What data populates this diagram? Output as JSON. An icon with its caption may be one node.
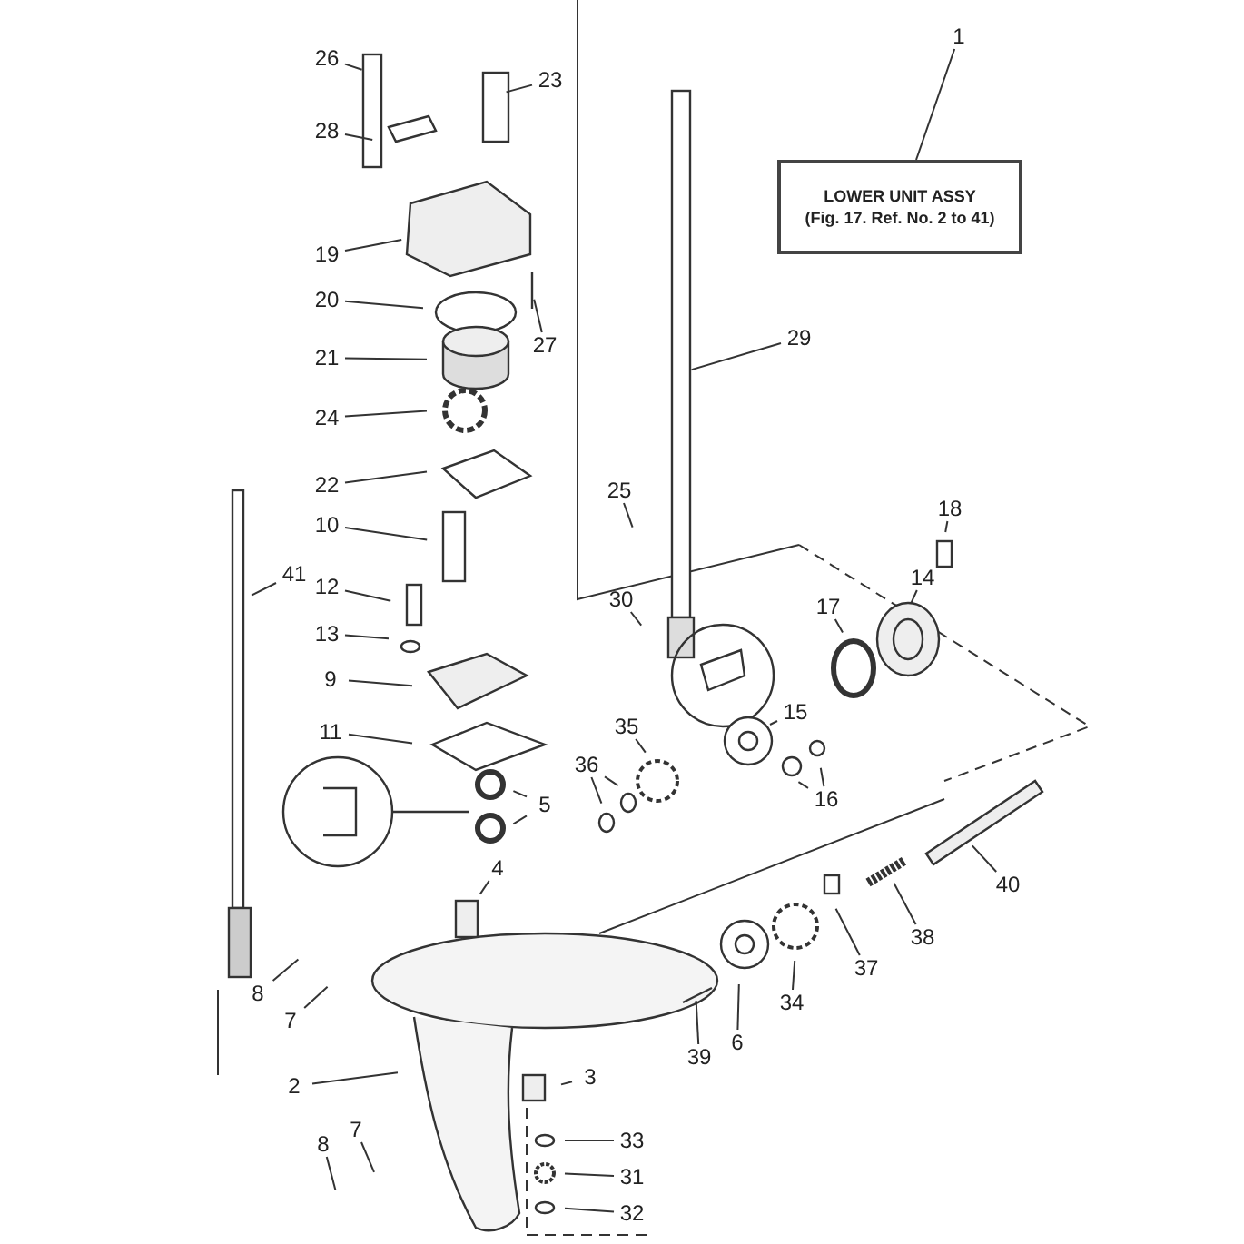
{
  "diagram": {
    "nodes": [
      {
        "text": [
          "1"
        ]
      },
      {
        "text": [
          "LOWER UNIT ASSY",
          "(Fig. 17. Ref. No. 2 to 41)"
        ]
      },
      {
        "text": [
          "26"
        ]
      },
      {
        "text": [
          "23"
        ]
      },
      {
        "text": [
          "28"
        ]
      },
      {
        "text": [
          "19"
        ]
      },
      {
        "text": [
          "20"
        ]
      },
      {
        "text": [
          "27"
        ]
      },
      {
        "text": [
          "29"
        ]
      },
      {
        "text": [
          "21"
        ]
      },
      {
        "text": [
          "24"
        ]
      },
      {
        "text": [
          "22"
        ]
      },
      {
        "text": [
          "25"
        ]
      },
      {
        "text": [
          "10"
        ]
      },
      {
        "text": [
          "41"
        ]
      },
      {
        "text": [
          "12"
        ]
      },
      {
        "text": [
          "18"
        ]
      },
      {
        "text": [
          "30"
        ]
      },
      {
        "text": [
          "13"
        ]
      },
      {
        "text": [
          "14"
        ]
      },
      {
        "text": [
          "17"
        ]
      },
      {
        "text": [
          "9"
        ]
      },
      {
        "text": [
          "15"
        ]
      },
      {
        "text": [
          "11"
        ]
      },
      {
        "text": [
          "35"
        ]
      },
      {
        "text": [
          "36"
        ]
      },
      {
        "text": [
          "5"
        ]
      },
      {
        "text": [
          "16"
        ]
      },
      {
        "text": [
          "4"
        ]
      },
      {
        "text": [
          "40"
        ]
      },
      {
        "text": [
          "38"
        ]
      },
      {
        "text": [
          "37"
        ]
      },
      {
        "text": [
          "8"
        ]
      },
      {
        "text": [
          "34"
        ]
      },
      {
        "text": [
          "7"
        ]
      },
      {
        "text": [
          "6"
        ]
      },
      {
        "text": [
          "39"
        ]
      },
      {
        "text": [
          "2"
        ]
      },
      {
        "text": [
          "3"
        ]
      },
      {
        "text": [
          "7"
        ]
      },
      {
        "text": [
          "8"
        ]
      },
      {
        "text": [
          "33"
        ]
      },
      {
        "text": [
          "31"
        ]
      },
      {
        "text": [
          "32"
        ]
      }
    ],
    "edges": [
      {
        "from": 0,
        "to": 1,
        "arrow": "none"
      },
      {
        "from": 2,
        "to": null,
        "arrow": "none"
      },
      {
        "from": 3,
        "to": null,
        "arrow": "none"
      },
      {
        "from": 4,
        "to": null,
        "arrow": "none"
      },
      {
        "from": 5,
        "to": null,
        "arrow": "none"
      },
      {
        "from": 6,
        "to": null,
        "arrow": "none"
      },
      {
        "from": 7,
        "to": null,
        "arrow": "none"
      },
      {
        "from": 8,
        "to": null,
        "arrow": "none"
      },
      {
        "from": 9,
        "to": null,
        "arrow": "none"
      },
      {
        "from": 10,
        "to": null,
        "arrow": "none"
      },
      {
        "from": 11,
        "to": null,
        "arrow": "none"
      },
      {
        "from": 12,
        "to": null,
        "arrow": "none"
      },
      {
        "from": 13,
        "to": null,
        "arrow": "none"
      },
      {
        "from": 14,
        "to": null,
        "arrow": "none"
      },
      {
        "from": 15,
        "to": null,
        "arrow": "none"
      },
      {
        "from": 16,
        "to": null,
        "arrow": "none"
      },
      {
        "from": 17,
        "to": null,
        "arrow": "none"
      },
      {
        "from": 18,
        "to": null,
        "arrow": "none"
      },
      {
        "from": 19,
        "to": null,
        "arrow": "none"
      },
      {
        "from": 20,
        "to": null,
        "arrow": "none"
      },
      {
        "from": 21,
        "to": null,
        "arrow": "none"
      },
      {
        "from": 22,
        "to": null,
        "arrow": "none"
      },
      {
        "from": 23,
        "to": null,
        "arrow": "none"
      },
      {
        "from": 24,
        "to": null,
        "arrow": "none"
      },
      {
        "from": 25,
        "to": null,
        "arrow": "none"
      },
      {
        "from": 25,
        "to": null,
        "arrow": "none"
      },
      {
        "from": 26,
        "to": null,
        "arrow": "none"
      },
      {
        "from": 26,
        "to": null,
        "arrow": "none"
      },
      {
        "from": 27,
        "to": null,
        "arrow": "none"
      },
      {
        "from": 27,
        "to": null,
        "arrow": "none"
      },
      {
        "from": 28,
        "to": null,
        "arrow": "none"
      },
      {
        "from": 29,
        "to": null,
        "arrow": "none"
      },
      {
        "from": 30,
        "to": null,
        "arrow": "none"
      },
      {
        "from": 31,
        "to": null,
        "arrow": "none"
      },
      {
        "from": 32,
        "to": null,
        "arrow": "none"
      },
      {
        "from": 33,
        "to": null,
        "arrow": "none"
      },
      {
        "from": 34,
        "to": null,
        "arrow": "none"
      },
      {
        "from": 35,
        "to": null,
        "arrow": "none"
      },
      {
        "from": 36,
        "to": null,
        "arrow": "none"
      },
      {
        "from": 37,
        "to": null,
        "arrow": "none"
      },
      {
        "from": 38,
        "to": null,
        "arrow": "none"
      },
      {
        "from": 39,
        "to": null,
        "arrow": "none"
      },
      {
        "from": 40,
        "to": null,
        "arrow": "none"
      },
      {
        "from": 41,
        "to": null,
        "arrow": "none"
      },
      {
        "from": 42,
        "to": null,
        "arrow": "none"
      },
      {
        "from": 43,
        "to": null,
        "arrow": "none"
      }
    ]
  }
}
